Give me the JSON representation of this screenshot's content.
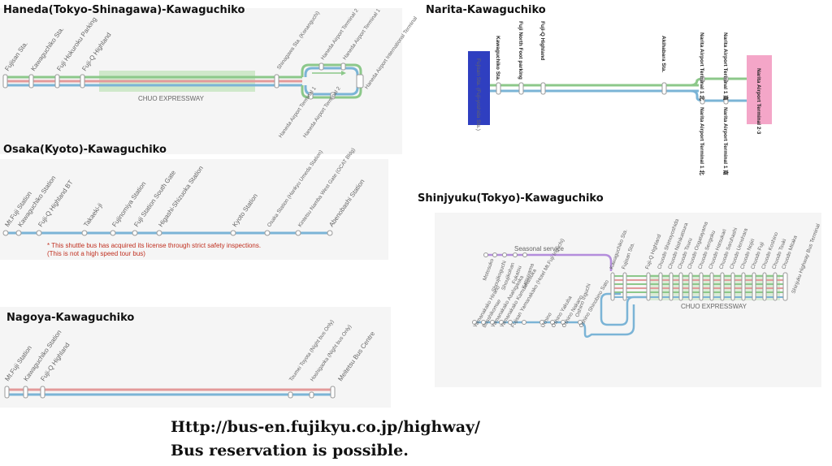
{
  "colors": {
    "green": "#8cc88a",
    "red": "#e39a9a",
    "blue": "#7bb4d6",
    "purple": "#b48ddc",
    "expressway": "#bfe2b8",
    "narita_left": "#2f3fc0",
    "narita_right": "#f4a6c8"
  },
  "haneda": {
    "title": "Haneda(Tokyo-Shinagawa)-Kawaguchiko",
    "expressway": "CHUO EXPRESSWAY",
    "top_stations": [
      "Fujisan Sta.",
      "Kawaguchiko Sta.",
      "Fuji Hokuroku Parking",
      "Fuji-Q Highland",
      "Shinagawa Sta. (Konanguchi)",
      "Haneda Airport Terminal 2",
      "Haneda Airport Terminal 1",
      "Haneda Airport International Terminal"
    ],
    "bottom_stations": [
      "Haneda Airport Terminal 1",
      "Haneda Airport Terminal 2"
    ]
  },
  "narita": {
    "title": "Narita-Kawaguchiko",
    "left_box": "Fujisan Sta. (Fuji-yoshida Sta.)",
    "right_box": "Narita Airport Terminal 2·3",
    "stations": [
      "Kawaguchiko Sta.",
      "Fuji North Foot parking",
      "Fuji-Q Highland",
      "Akihabara Sta.",
      "Narita Airport Terminal 1 北",
      "Narita Airport Terminal 1 南"
    ],
    "bottom_stations": [
      "Narita Airport Terminal 1 北",
      "Narita Airport Terminal 1 南"
    ]
  },
  "osaka": {
    "title": "Osaka(Kyoto)-Kawaguchiko",
    "stations": [
      "Mt.Fuji Station",
      "Kawaguchiko Station",
      "Fuji-Q Highland BT",
      "Takaeki-ji",
      "Fujinomiya Station",
      "Fuji Station South Gate",
      "Higashi-Shizuoka Station",
      "Kyoto Station",
      "Osaka Station (Hankyu Umeda Station)",
      "Kintetsu Namba West Gate (OCAT Bldg)",
      "Abenobashi Station"
    ],
    "note_line1": "* This shuttle bus has acquired its license through strict safety inspections.",
    "note_line2": "(This is not a high speed tour bus)"
  },
  "nagoya": {
    "title": "Nagoya-Kawaguchiko",
    "stations": [
      "Mt.Fuji Station",
      "Kawaguchiko Station",
      "Fuji-Q Highland",
      "Toumei Toyota (Night bus Only)",
      "Hoshigaoka (Night bus Only)",
      "Meitetsu Bus Centre"
    ]
  },
  "shinjuku": {
    "title": "Shinjyuku(Tokyo)-Kawaguchiko",
    "seasonal": "Seasonal service",
    "expressway": "CHUO EXPRESSWAY",
    "terminal": "Shinjuku Highway Bus Terminal",
    "purple_stations": [
      "Motosuko",
      "Shoujikoguchi",
      "Shoujikohan",
      "Fukatsu",
      "Katsuyama"
    ],
    "top_stations": [
      "Kawaguchiko Sta.",
      "Fujisan Sta.",
      "Fuji-Q Highland",
      "Chuodo Shimoyoshida",
      "Chuodo Nishikatsura",
      "Chuodo Tsuru",
      "Chuodo Oogatayama",
      "Chuodo Sengoku",
      "Chuodo Hatsukari",
      "Chuodo Saruhashi",
      "Chuodo Uenohara",
      "Chuodo Nojiri",
      "Chuodo Fuji",
      "Chuodo Koshino",
      "Chuodo Tsuki",
      "Chuodo Mitaka"
    ],
    "blue_stations": [
      "Oshino Iriguchi",
      "Yamanakako Hirano",
      "Busshikomae",
      "Yamanakako Asahigaoka",
      "Yamanakako Kamuakatsuka",
      "Fujisan Yamanakako (Hotel Mt.Fuji Iriguchi)",
      "Uchino",
      "Oshino Yakuba",
      "Oshino Nakano",
      "Oshino Shinobino Sato"
    ]
  },
  "footer": {
    "url": "Http://bus-en.fujikyu.co.jp/highway/",
    "note": "Bus reservation is possible."
  }
}
